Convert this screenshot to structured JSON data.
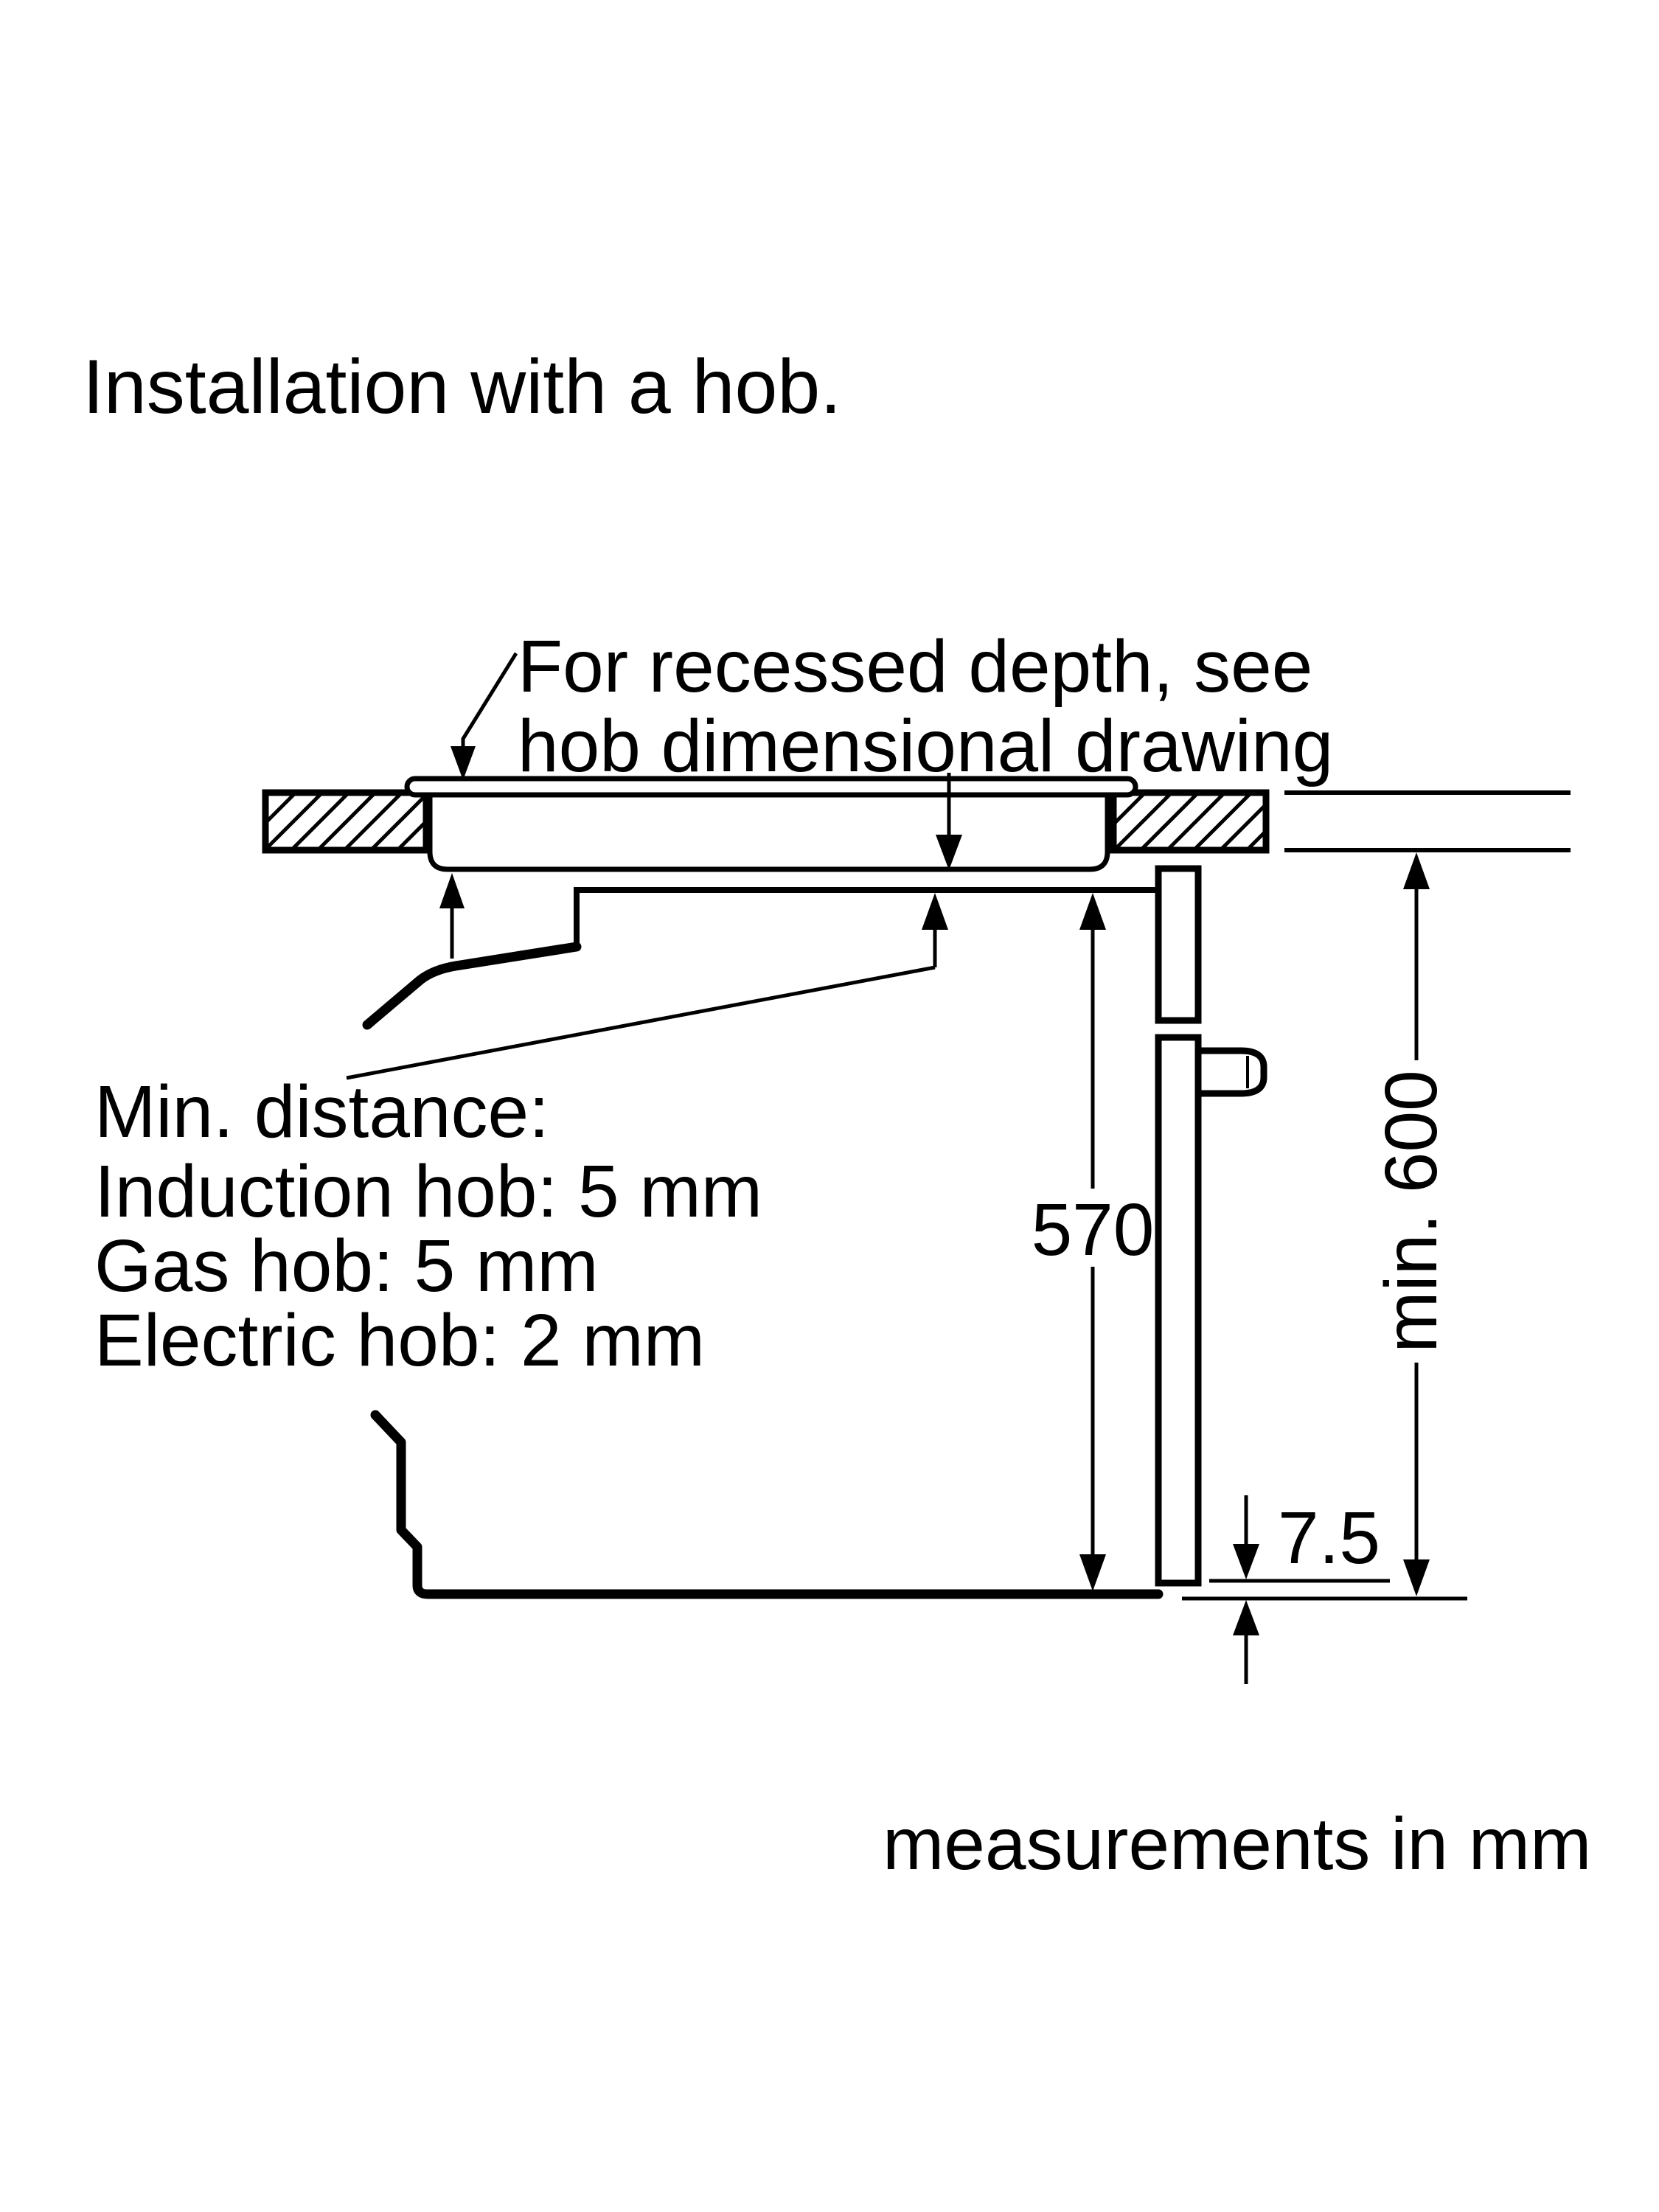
{
  "title": "Installation with a hob.",
  "annotation": {
    "line1": "For recessed depth, see",
    "line2": "hob dimensional drawing"
  },
  "min_distance_note": {
    "line1": "Min. distance:",
    "line2": "Induction hob: 5 mm",
    "line3": "Gas hob: 5 mm",
    "line4": "Electric hob: 2 mm"
  },
  "dimensions": {
    "oven_height": "570",
    "niche_height": "min. 600",
    "bottom_gap": "7.5"
  },
  "footer": "measurements in mm",
  "colors": {
    "ink": "#000000",
    "background": "#ffffff"
  }
}
